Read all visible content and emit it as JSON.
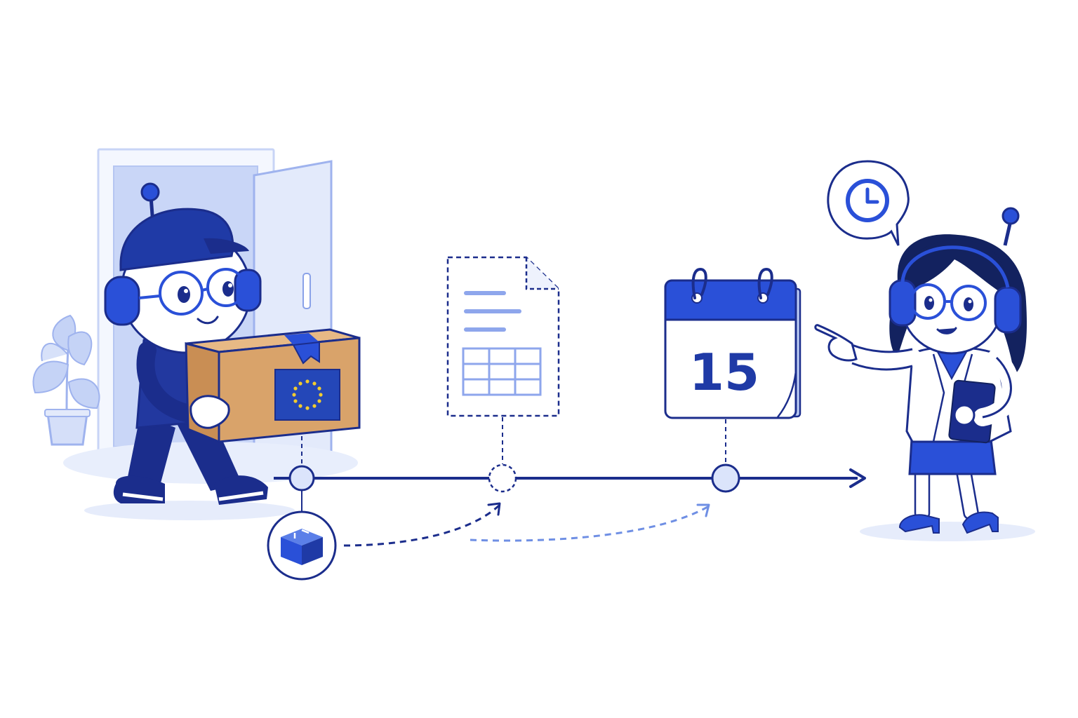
{
  "colors": {
    "navy": "#1b2d8c",
    "royal": "#2a50d8",
    "light": "#cfdaf8",
    "pale": "#e9eefc",
    "cardboard": "#d9a36a",
    "eu_star": "#f2cc2e"
  },
  "illustration": {
    "left_figure": "delivery-robot-carrying-box",
    "right_figure": "robot-assistant-pointing",
    "doorway": "open-door",
    "plant": "potted-plant",
    "box_label": "eu-flag",
    "speech_bubble_icon": "clock-icon"
  },
  "timeline": {
    "nodes": [
      {
        "id": "shipment",
        "icon": "package-icon",
        "style": "solid"
      },
      {
        "id": "document",
        "icon": "document-with-table-icon",
        "style": "dashed"
      },
      {
        "id": "deadline",
        "icon": "calendar-icon",
        "style": "solid"
      }
    ],
    "arrow": "arrow-right"
  },
  "calendar": {
    "day": "15"
  }
}
